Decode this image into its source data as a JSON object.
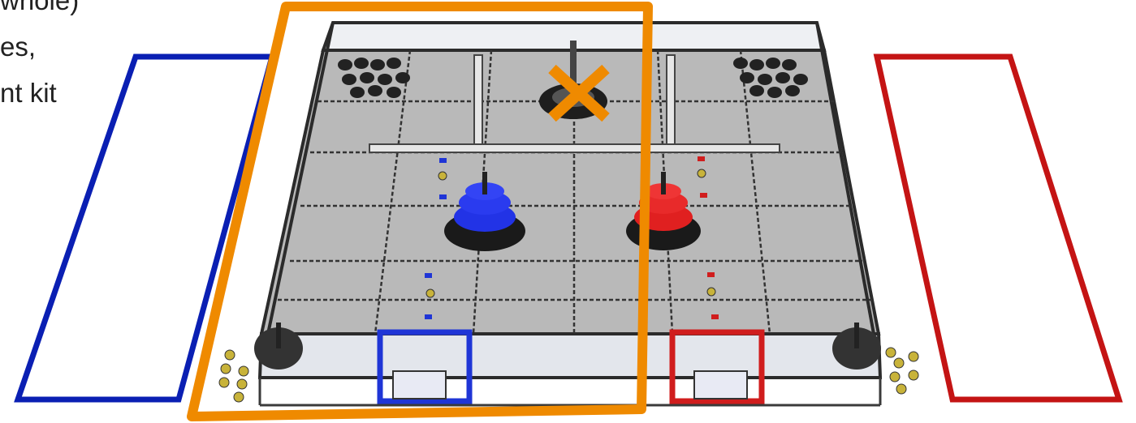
{
  "caption": {
    "lines": [
      "whole)",
      "es,",
      "nt kit"
    ]
  },
  "colors": {
    "blue_zone": "#0a1fb3",
    "red_zone": "#c41414",
    "highlight": "#ef8a00",
    "mat": "#b9b9b9",
    "frame": "#2b2b2b",
    "blue_stack": "#2233e6",
    "red_stack": "#e02020"
  },
  "icons": {
    "excluded_mark": "x-mark-icon",
    "game_elements": "cone-icon"
  }
}
